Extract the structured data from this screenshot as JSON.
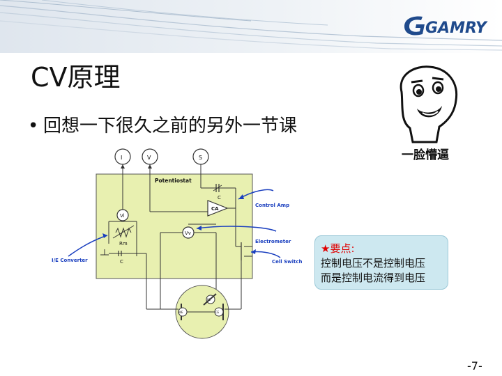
{
  "header": {
    "logo_text": "GAMRY"
  },
  "slide": {
    "title": "CV原理",
    "bullet": "回想一下很久之前的另外一节课",
    "page_number": "-7-"
  },
  "meme": {
    "caption": "一脸懵逼"
  },
  "diagram": {
    "meter_i": "I",
    "meter_v": "V",
    "meter_s": "S",
    "box_label": "Potentiostat",
    "cap_c_top": "C",
    "amp_label": "CA",
    "vi_label": "Vi",
    "rm_label": "Rm",
    "cap_c_bottom": "C",
    "vv_label": "Vv",
    "callout_control_amp": "Control Amp",
    "callout_electrometer": "Electrometer",
    "callout_ie_converter": "I/E Converter",
    "callout_cell_switch": "Cell Switch",
    "cell_we": "WE",
    "cell_re": "RE",
    "cell_ce": "CE"
  },
  "note": {
    "star": "★",
    "heading": "要点:",
    "line1": "控制电压不是控制电压",
    "line2": "而是控制电流得到电压"
  },
  "colors": {
    "box_fill": "#e8f0b0",
    "callout_blue": "#1a3fbf",
    "note_bg": "#cde8f0",
    "logo_blue": "#1f4a8c"
  }
}
